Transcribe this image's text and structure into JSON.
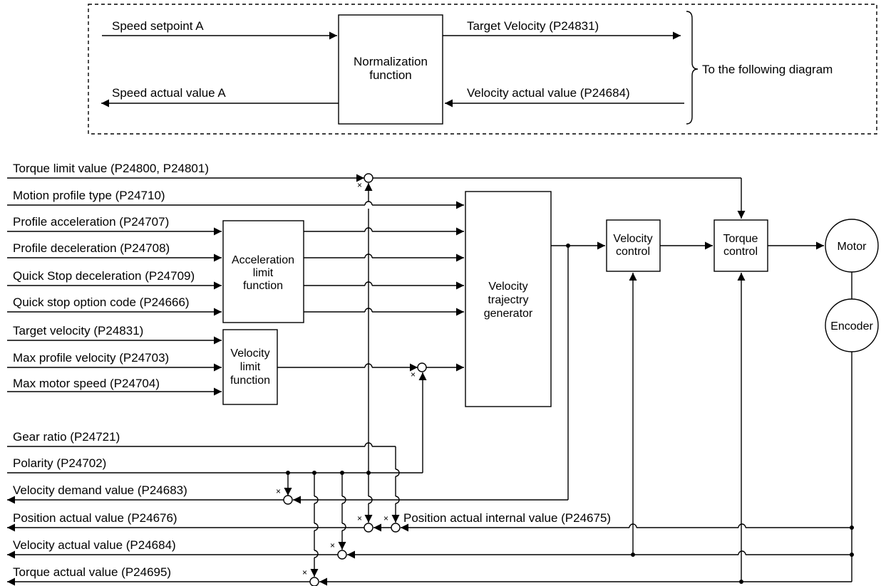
{
  "top_panel": {
    "speed_setpoint": "Speed setpoint A",
    "speed_actual": "Speed actual value A",
    "normalization_line1": "Normalization",
    "normalization_line2": "function",
    "target_velocity": "Target Velocity (P24831)",
    "velocity_actual": "Velocity actual value (P24684)",
    "to_following": "To the following diagram"
  },
  "inputs": {
    "torque_limit": "Torque limit value (P24800, P24801)",
    "motion_profile_type": "Motion profile type (P24710)",
    "profile_acceleration": "Profile acceleration (P24707)",
    "profile_deceleration": "Profile deceleration (P24708)",
    "quick_stop_deceleration": "Quick Stop deceleration (P24709)",
    "quick_stop_option": "Quick stop option code (P24666)",
    "target_velocity": "Target velocity (P24831)",
    "max_profile_velocity": "Max profile velocity (P24703)",
    "max_motor_speed": "Max motor speed (P24704)",
    "gear_ratio": "Gear ratio (P24721)",
    "polarity": "Polarity (P24702)"
  },
  "outputs": {
    "velocity_demand": "Velocity demand value (P24683)",
    "position_actual": "Position actual value (P24676)",
    "position_actual_internal": "Position actual internal value (P24675)",
    "velocity_actual": "Velocity actual value (P24684)",
    "torque_actual": "Torque actual value (P24695)"
  },
  "blocks": {
    "accel_line1": "Acceleration",
    "accel_line2": "limit",
    "accel_line3": "function",
    "vlimit_line1": "Velocity",
    "vlimit_line2": "limit",
    "vlimit_line3": "function",
    "traj_line1": "Velocity",
    "traj_line2": "trajectry",
    "traj_line3": "generator",
    "velctl_line1": "Velocity",
    "velctl_line2": "control",
    "torqctl_line1": "Torque",
    "torqctl_line2": "control",
    "motor": "Motor",
    "encoder": "Encoder"
  },
  "multiply_symbol": "×"
}
